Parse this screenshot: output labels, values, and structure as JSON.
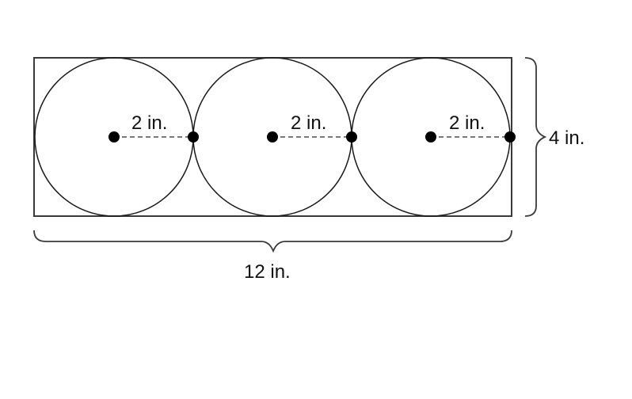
{
  "radius_labels": [
    "2 in.",
    "2 in.",
    "2 in."
  ],
  "height_label": "4 in.",
  "width_label": "12 in.",
  "colors": {
    "stroke": "#3a3a3a",
    "circle_stroke": "#1a1a1a",
    "radius_dash": "#7a7a7a",
    "dot": "#000000",
    "text": "#111111"
  }
}
